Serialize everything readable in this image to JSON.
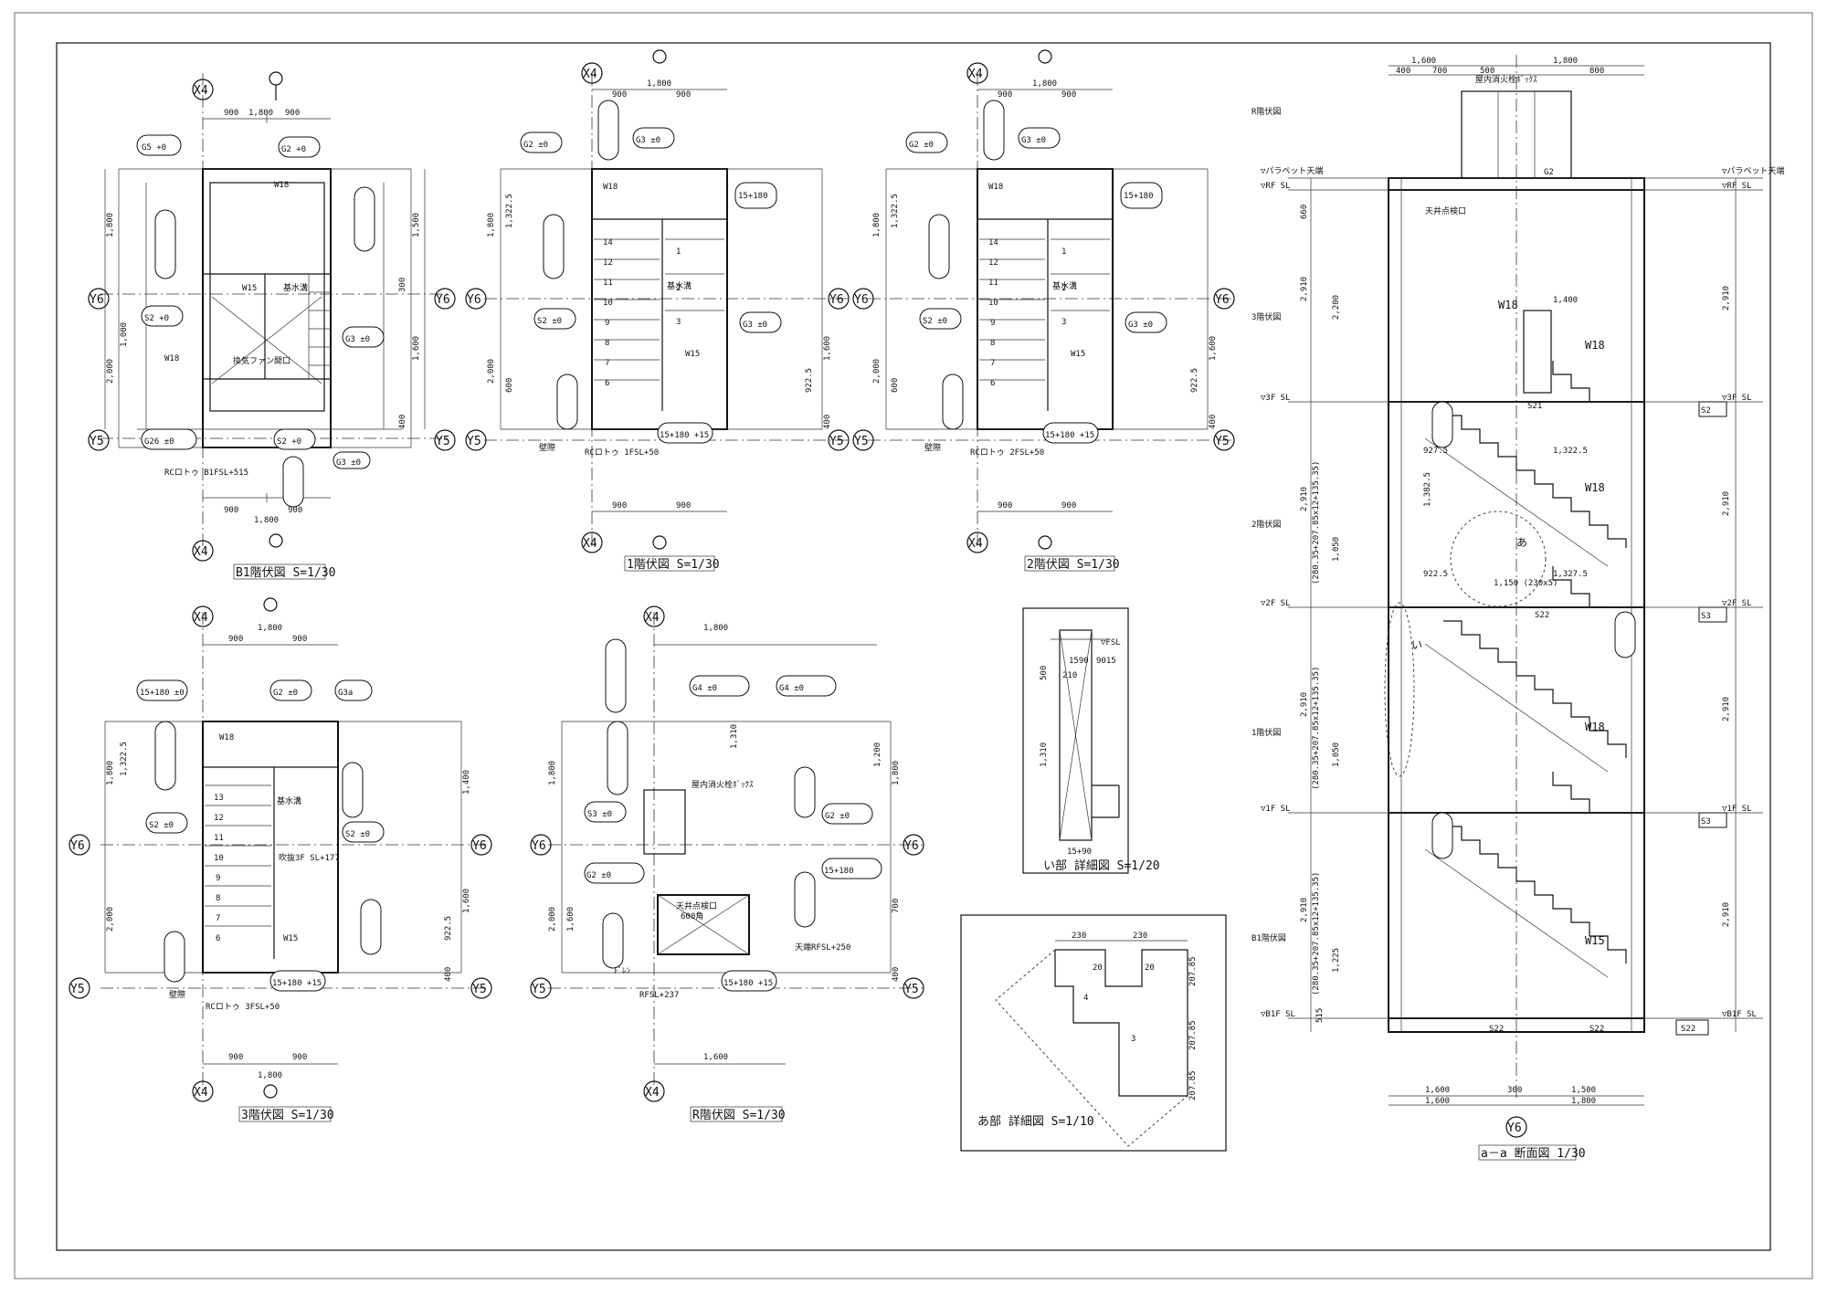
{
  "axes": {
    "x4": "X4",
    "y5": "Y5",
    "y6": "Y6"
  },
  "plans": [
    {
      "title": "B1階伏図 S=1/30",
      "level_note": "RCロトゥ B1FSL+515",
      "dims": {
        "d1800": "1,800",
        "d900": "900",
        "d2000": "2,000",
        "d1500": "1,500",
        "d1600": "1,600",
        "d400": "400",
        "d300": "300",
        "d1000": "1,000"
      },
      "tags": [
        "G5 +0",
        "G2 +0",
        "S2 +0",
        "G26 ±0",
        "W15",
        "W18",
        "G3 ±0"
      ],
      "notes": [
        "基水溝",
        "換気ファン開口"
      ]
    },
    {
      "title": "1階伏図 S=1/30",
      "level_note": "RCロトゥ 1FSL+50",
      "dims": {
        "d1800": "1,800",
        "d900": "900",
        "d2000": "2,000",
        "d1322": "1,322.5",
        "d1600": "1,600",
        "d400": "400",
        "d922": "922.5",
        "d600": "600"
      },
      "tags": [
        "G2 ±0",
        "G3 ±0",
        "S2 ±0",
        "W18",
        "W15",
        "15+180 +15"
      ],
      "notes": [
        "基水溝",
        "壁際"
      ]
    },
    {
      "title": "2階伏図 S=1/30",
      "level_note": "RCロトゥ 2FSL+50",
      "dims": {
        "d1800": "1,800",
        "d900": "900",
        "d2000": "2,000",
        "d1322": "1,322.5",
        "d1600": "1,600",
        "d400": "400",
        "d922": "922.5",
        "d600": "600"
      },
      "tags": [
        "G2 ±0",
        "G3 ±0",
        "S2 ±0",
        "W18",
        "W15",
        "15+180 +15"
      ],
      "notes": [
        "基水溝",
        "壁際"
      ]
    },
    {
      "title": "3階伏図 S=1/30",
      "level_note": "RCロトゥ 3FSL+50",
      "dims": {
        "d1800": "1,800",
        "d900": "900",
        "d2000": "2,000",
        "d1322": "1,322.5",
        "d1400": "1,400",
        "d1600": "1,600",
        "d400": "400",
        "d922": "922.5"
      },
      "tags": [
        "G2 ±0",
        "S2 ±0",
        "W18",
        "W15",
        "15+180 ±0"
      ],
      "notes": [
        "基水溝",
        "壁際",
        "吹抜3F SL+177"
      ]
    },
    {
      "title": "R階伏図 S=1/30",
      "level_note": "RFSL+237",
      "dims": {
        "d1800": "1,800",
        "d1600": "1,600",
        "d2000": "2,000",
        "d1310": "1,310",
        "d1200": "1,200",
        "d700": "700",
        "d400": "400"
      },
      "tags": [
        "G2 ±0",
        "G4 ±0",
        "S3 ±0",
        "15+180 +15"
      ],
      "notes": [
        "屋内消火栓ﾎﾞｯｸｽ",
        "天井点検口 600角",
        "天端RFSL+250",
        "ﾄﾞﾚﾝ"
      ]
    }
  ],
  "detail_i": {
    "title": "い部 詳細図 S=1/20",
    "fsl": "▽FSL",
    "dims": [
      "500",
      "1,310",
      "210",
      "1590",
      "9015",
      "15+90"
    ]
  },
  "detail_a": {
    "title": "あ部 詳細図 S=1/10",
    "dims": [
      "230",
      "230",
      "20",
      "20",
      "207.85",
      "207.85",
      "207.85",
      "4",
      "3"
    ]
  },
  "section": {
    "title": "a－a 断面図 1/30",
    "levels": [
      "▽パラペット天端",
      "▽RF SL",
      "▽3F SL",
      "▽2F SL",
      "▽1F SL",
      "▽B1F SL"
    ],
    "plan_refs": [
      "R階伏図",
      "3階伏図",
      "2階伏図",
      "1階伏図",
      "B1階伏図"
    ],
    "left_dims": [
      "660",
      "2,910",
      "2,910",
      "2,910",
      "2,910",
      "515",
      "2,200",
      "1,050",
      "1,050",
      "1,225"
    ],
    "formulas": [
      "(280.35+207.85x12+135.35)"
    ],
    "right_dims": [
      "2,910",
      "2,910",
      "2,910",
      "2,910"
    ],
    "top_dims": [
      "1,600",
      "1,800",
      "400",
      "700",
      "500",
      "800"
    ],
    "bottom_dims": [
      "1,600",
      "1,500",
      "1,600",
      "300",
      "1,800"
    ],
    "bottom_axis": "Y6",
    "wall_marks": [
      "W18",
      "W15"
    ],
    "notes": [
      "屋内消火栓ﾎﾞｯｸｽ",
      "天井点検口",
      "あ",
      "い"
    ],
    "tread_labels": [
      "1,150 (230x5)",
      "922.5",
      "1,327.5",
      "1,322.5",
      "927.5",
      "1,382.5",
      "1,400"
    ]
  }
}
